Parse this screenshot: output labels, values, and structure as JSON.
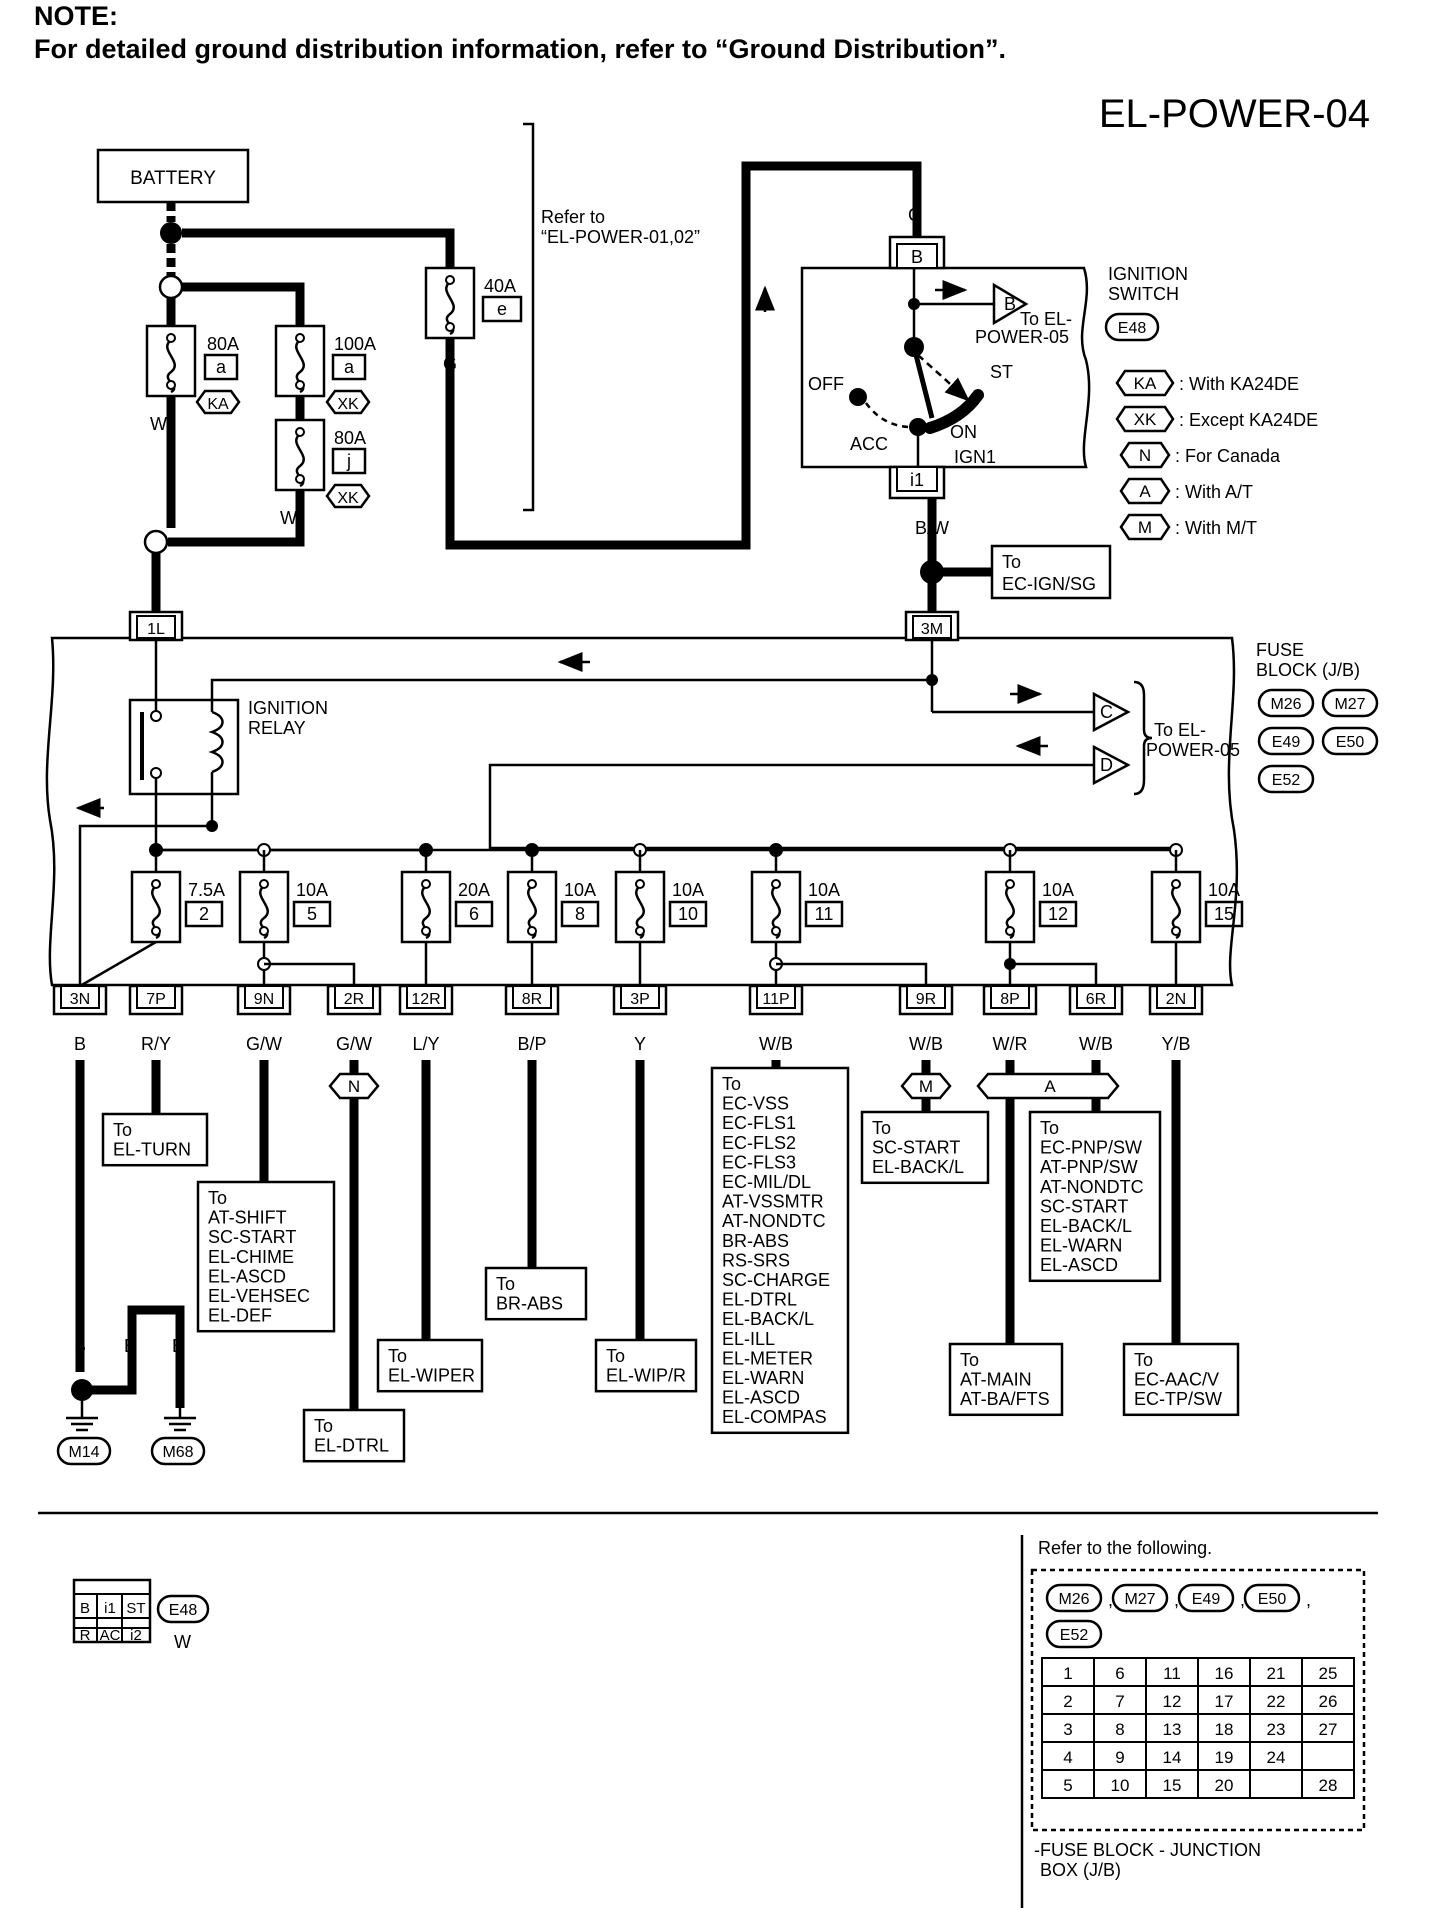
{
  "note": {
    "heading": "NOTE:",
    "text": "For detailed ground distribution information, refer to “Ground Distribution”."
  },
  "diagram_code": "EL-POWER-04",
  "refer": {
    "line1": "Refer to",
    "line2": "“EL-POWER-01,02”"
  },
  "battery": "BATTERY",
  "fusible_links": [
    {
      "amp": "80A",
      "id": "a",
      "cond": "KA"
    },
    {
      "amp": "100A",
      "id": "a",
      "cond": "XK"
    },
    {
      "amp": "80A",
      "id": "j",
      "cond": "XK"
    },
    {
      "amp": "40A",
      "id": "e"
    }
  ],
  "wires_top": {
    "w1": "W",
    "w2": "W",
    "g1": "G",
    "g2": "G",
    "bw": "B/W"
  },
  "ignition_switch": {
    "title1": "IGNITION",
    "title2": "SWITCH",
    "conn": "E48",
    "term_top": "B",
    "term_bottom": "i1",
    "to_line1": "To EL-",
    "to_line2": "POWER-05",
    "arrow_b": "B",
    "pos_off": "OFF",
    "pos_acc": "ACC",
    "pos_on": "ON",
    "pos_ign1": "IGN1",
    "pos_st": "ST"
  },
  "to_ec_ign": {
    "line1": "To",
    "line2": "EC-IGN/SG"
  },
  "legend": [
    {
      "code": "KA",
      "text": ": With KA24DE"
    },
    {
      "code": "XK",
      "text": ": Except KA24DE"
    },
    {
      "code": "N",
      "text": ": For Canada"
    },
    {
      "code": "A",
      "text": ": With A/T"
    },
    {
      "code": "M",
      "text": ": With M/T"
    }
  ],
  "fuse_block": {
    "title1": "FUSE",
    "title2": "BLOCK (J/B)",
    "connectors": [
      "M26",
      "M27",
      "E49",
      "E50",
      "E52"
    ],
    "in_left": "1L",
    "in_right": "3M",
    "relay_label1": "IGNITION",
    "relay_label2": "RELAY",
    "to_line1": "To EL-",
    "to_line2": "POWER-05",
    "arrow_c": "C",
    "arrow_d": "D"
  },
  "fuses": [
    {
      "amp": "7.5A",
      "num": "2"
    },
    {
      "amp": "10A",
      "num": "5"
    },
    {
      "amp": "20A",
      "num": "6"
    },
    {
      "amp": "10A",
      "num": "8"
    },
    {
      "amp": "10A",
      "num": "10"
    },
    {
      "amp": "10A",
      "num": "11"
    },
    {
      "amp": "10A",
      "num": "12"
    },
    {
      "amp": "10A",
      "num": "15"
    }
  ],
  "outputs": [
    {
      "term": "3N",
      "wire": "B"
    },
    {
      "term": "7P",
      "wire": "R/Y"
    },
    {
      "term": "9N",
      "wire": "G/W"
    },
    {
      "term": "2R",
      "wire": "G/W"
    },
    {
      "term": "12R",
      "wire": "L/Y"
    },
    {
      "term": "8R",
      "wire": "B/P"
    },
    {
      "term": "3P",
      "wire": "Y"
    },
    {
      "term": "11P",
      "wire": "W/B"
    },
    {
      "term": "9R",
      "wire": "W/B"
    },
    {
      "term": "8P",
      "wire": "W/R"
    },
    {
      "term": "6R",
      "wire": "W/B"
    },
    {
      "term": "2N",
      "wire": "Y/B"
    }
  ],
  "cond_tags": {
    "n": "N",
    "m": "M",
    "a": "A"
  },
  "destinations": {
    "turn": [
      "To",
      "EL-TURN"
    ],
    "shift": [
      "To",
      "AT-SHIFT",
      "SC-START",
      "EL-CHIME",
      "EL-ASCD",
      "EL-VEHSEC",
      "EL-DEF"
    ],
    "dtrl": [
      "To",
      "EL-DTRL"
    ],
    "wiper": [
      "To",
      "EL-WIPER"
    ],
    "abs": [
      "To",
      "BR-ABS"
    ],
    "wipr": [
      "To",
      "EL-WIP/R"
    ],
    "vss": [
      "To",
      "EC-VSS",
      "EC-FLS1",
      "EC-FLS2",
      "EC-FLS3",
      "EC-MIL/DL",
      "AT-VSSMTR",
      "AT-NONDTC",
      "BR-ABS",
      "RS-SRS",
      "SC-CHARGE",
      "EL-DTRL",
      "EL-BACK/L",
      "EL-ILL",
      "EL-METER",
      "EL-WARN",
      "EL-ASCD",
      "EL-COMPAS"
    ],
    "start": [
      "To",
      "SC-START",
      "EL-BACK/L"
    ],
    "main": [
      "To",
      "AT-MAIN",
      "AT-BA/FTS"
    ],
    "pnp": [
      "To",
      "EC-PNP/SW",
      "AT-PNP/SW",
      "AT-NONDTC",
      "SC-START",
      "EL-BACK/L",
      "EL-WARN",
      "EL-ASCD"
    ],
    "aac": [
      "To",
      "EC-AAC/V",
      "EC-TP/SW"
    ]
  },
  "ground": {
    "wire": "B",
    "g1": "M14",
    "g2": "M68"
  },
  "connector_view": {
    "top": [
      "B",
      "i1",
      "ST"
    ],
    "bottom": [
      "R",
      "AC",
      "i2"
    ],
    "id": "E48",
    "color": "W"
  },
  "refer_following": {
    "title": "Refer to the following.",
    "connectors": [
      "M26",
      "M27",
      "E49",
      "E50",
      "E52"
    ],
    "grid": [
      [
        "1",
        "6",
        "11",
        "16",
        "21",
        "25"
      ],
      [
        "2",
        "7",
        "12",
        "17",
        "22",
        "26"
      ],
      [
        "3",
        "8",
        "13",
        "18",
        "23",
        "27"
      ],
      [
        "4",
        "9",
        "14",
        "19",
        "24",
        ""
      ],
      [
        "5",
        "10",
        "15",
        "20",
        "",
        "28"
      ]
    ],
    "caption1": "-FUSE BLOCK - JUNCTION",
    "caption2": "BOX (J/B)"
  }
}
